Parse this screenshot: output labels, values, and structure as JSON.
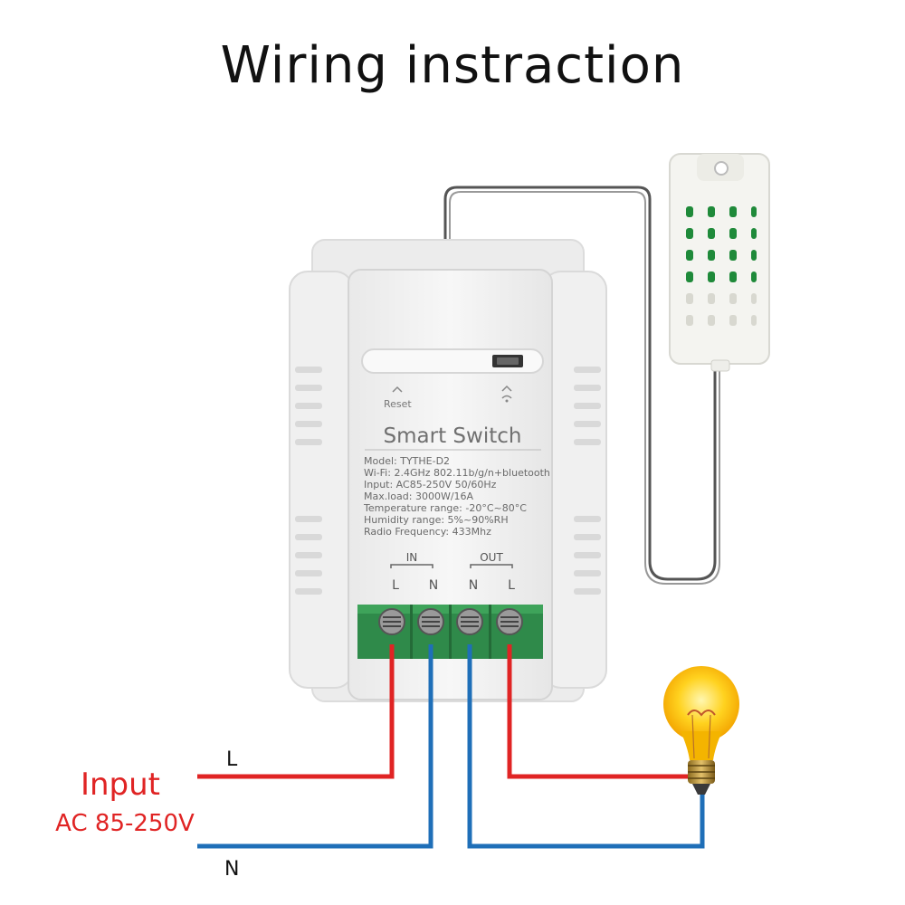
{
  "title": "Wiring instraction",
  "device": {
    "name": "Smart Switch",
    "reset_label": "Reset",
    "specs": [
      "Model: TYTHE-D2",
      "Wi-Fi: 2.4GHz 802.11b/g/n+bluetooth",
      "Input: AC85-250V 50/60Hz",
      "Max.load: 3000W/16A",
      "Temperature range: -20°C~80°C",
      "Humidity range: 5%~90%RH",
      "Radio Frequency: 433Mhz"
    ],
    "terminals": {
      "in_label": "IN",
      "out_label": "OUT",
      "in": [
        "L",
        "N"
      ],
      "out": [
        "N",
        "L"
      ]
    }
  },
  "input": {
    "label": "Input",
    "voltage": "AC 85-250V",
    "line_label": "L",
    "neutral_label": "N"
  },
  "colors": {
    "live": "#e02424",
    "neutral": "#1f6fb8",
    "terminal_block": "#2f8a4a",
    "input_text": "#e02424"
  }
}
